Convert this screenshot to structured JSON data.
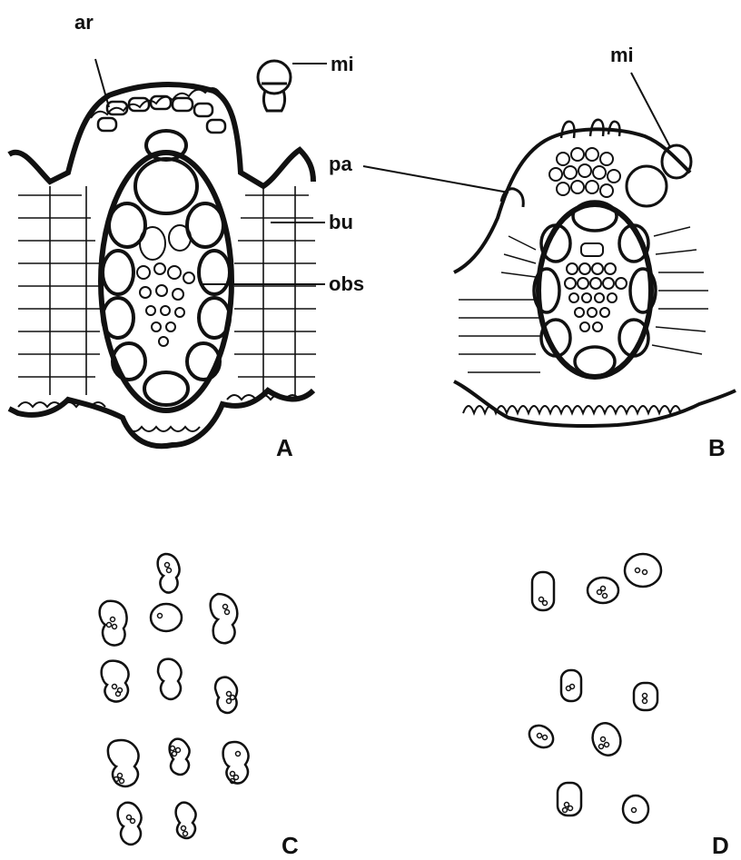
{
  "figure": {
    "background": "#ffffff",
    "ink": "#111111"
  },
  "panel_a": {
    "panel_label": "A",
    "labels": {
      "ar": "ar",
      "mi": "mi",
      "bu": "bu",
      "obs": "obs"
    }
  },
  "panel_b": {
    "panel_label": "B",
    "labels": {
      "mi": "mi",
      "pa": "pa"
    }
  },
  "panel_c": {
    "panel_label": "C"
  },
  "panel_d": {
    "panel_label": "D"
  }
}
